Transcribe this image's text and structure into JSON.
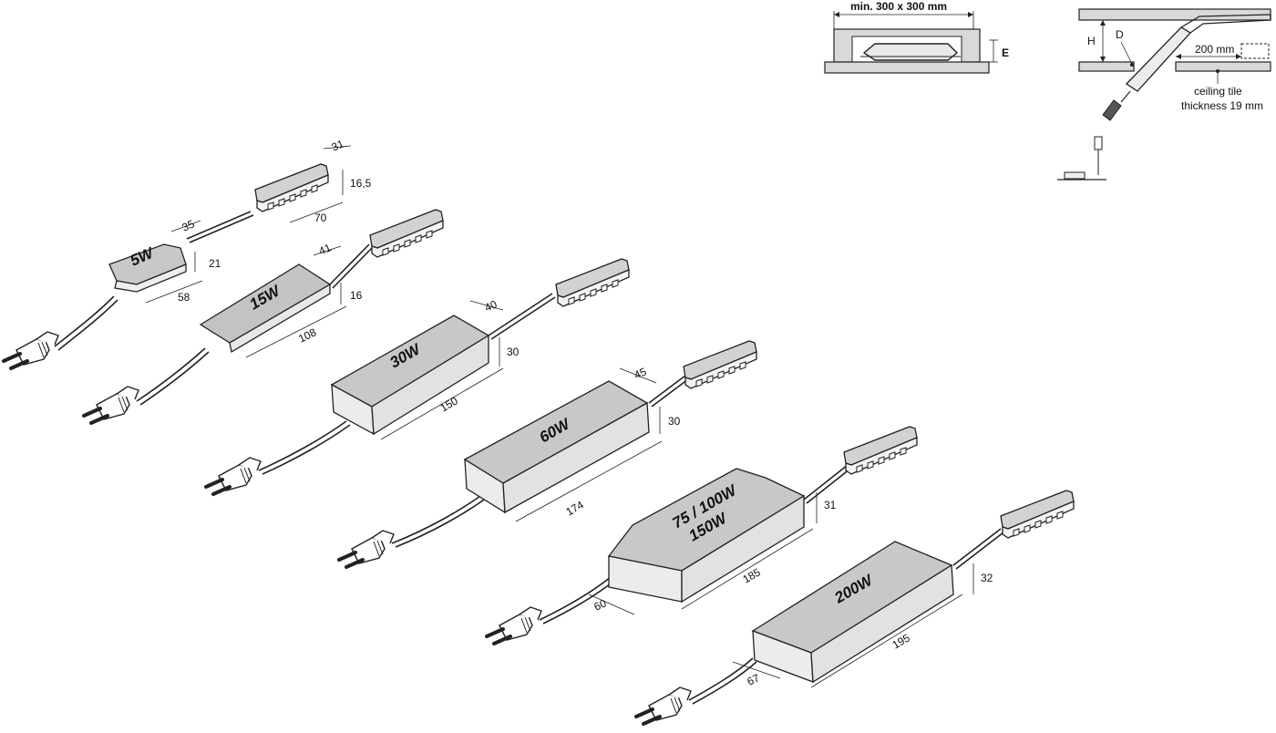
{
  "install": {
    "cutout_label": "min. 300 x 300 mm",
    "height_label": "E",
    "h_label": "H",
    "d_label": "D",
    "reach_label": "200 mm",
    "tile_line1": "ceiling tile",
    "tile_line2": "thickness 19 mm"
  },
  "drivers": [
    {
      "id": "5w",
      "watt": "5W",
      "depth": "35",
      "height": "21",
      "length": "58"
    },
    {
      "id": "15w",
      "watt": "15W",
      "depth": "41",
      "height": "16",
      "length": "108"
    },
    {
      "id": "30w",
      "watt": "30W",
      "depth": "40",
      "height": "30",
      "length": "150"
    },
    {
      "id": "60w",
      "watt": "60W",
      "depth": "45",
      "height": "30",
      "length": "174"
    },
    {
      "id": "150w",
      "watt_line1": "75 / 100W",
      "watt_line2": "150W",
      "height": "31",
      "length": "185",
      "offset": "60"
    },
    {
      "id": "200w",
      "watt": "200W",
      "height": "32",
      "length": "195",
      "offset": "67"
    }
  ],
  "distributor": {
    "depth": "31",
    "height": "16,5",
    "length": "70"
  }
}
